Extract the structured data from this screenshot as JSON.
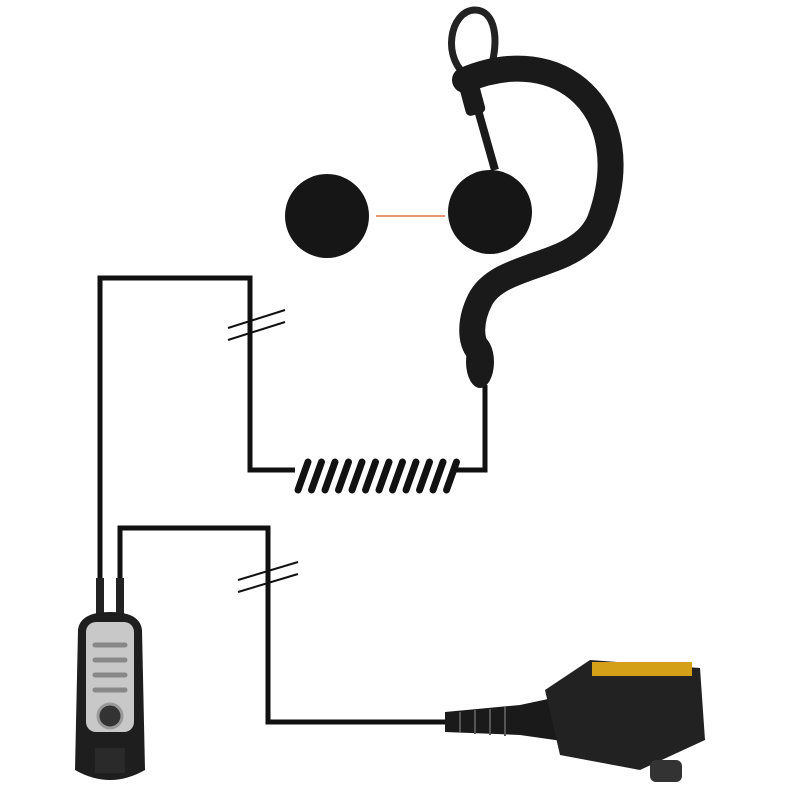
{
  "colors": {
    "background": "#ffffff",
    "cable": "#111111",
    "earpiece": "#1a1a1a",
    "foam": "#161616",
    "accent_line": "#e0704a",
    "ptt_plate": "#c8c8c8",
    "contacts": "#d4a017"
  },
  "image": {
    "subject": "earpiece-with-ptt",
    "items": [
      "ear-hook-earpiece",
      "foam-cover",
      "coil-cable",
      "ptt-button",
      "radio-connector"
    ]
  }
}
